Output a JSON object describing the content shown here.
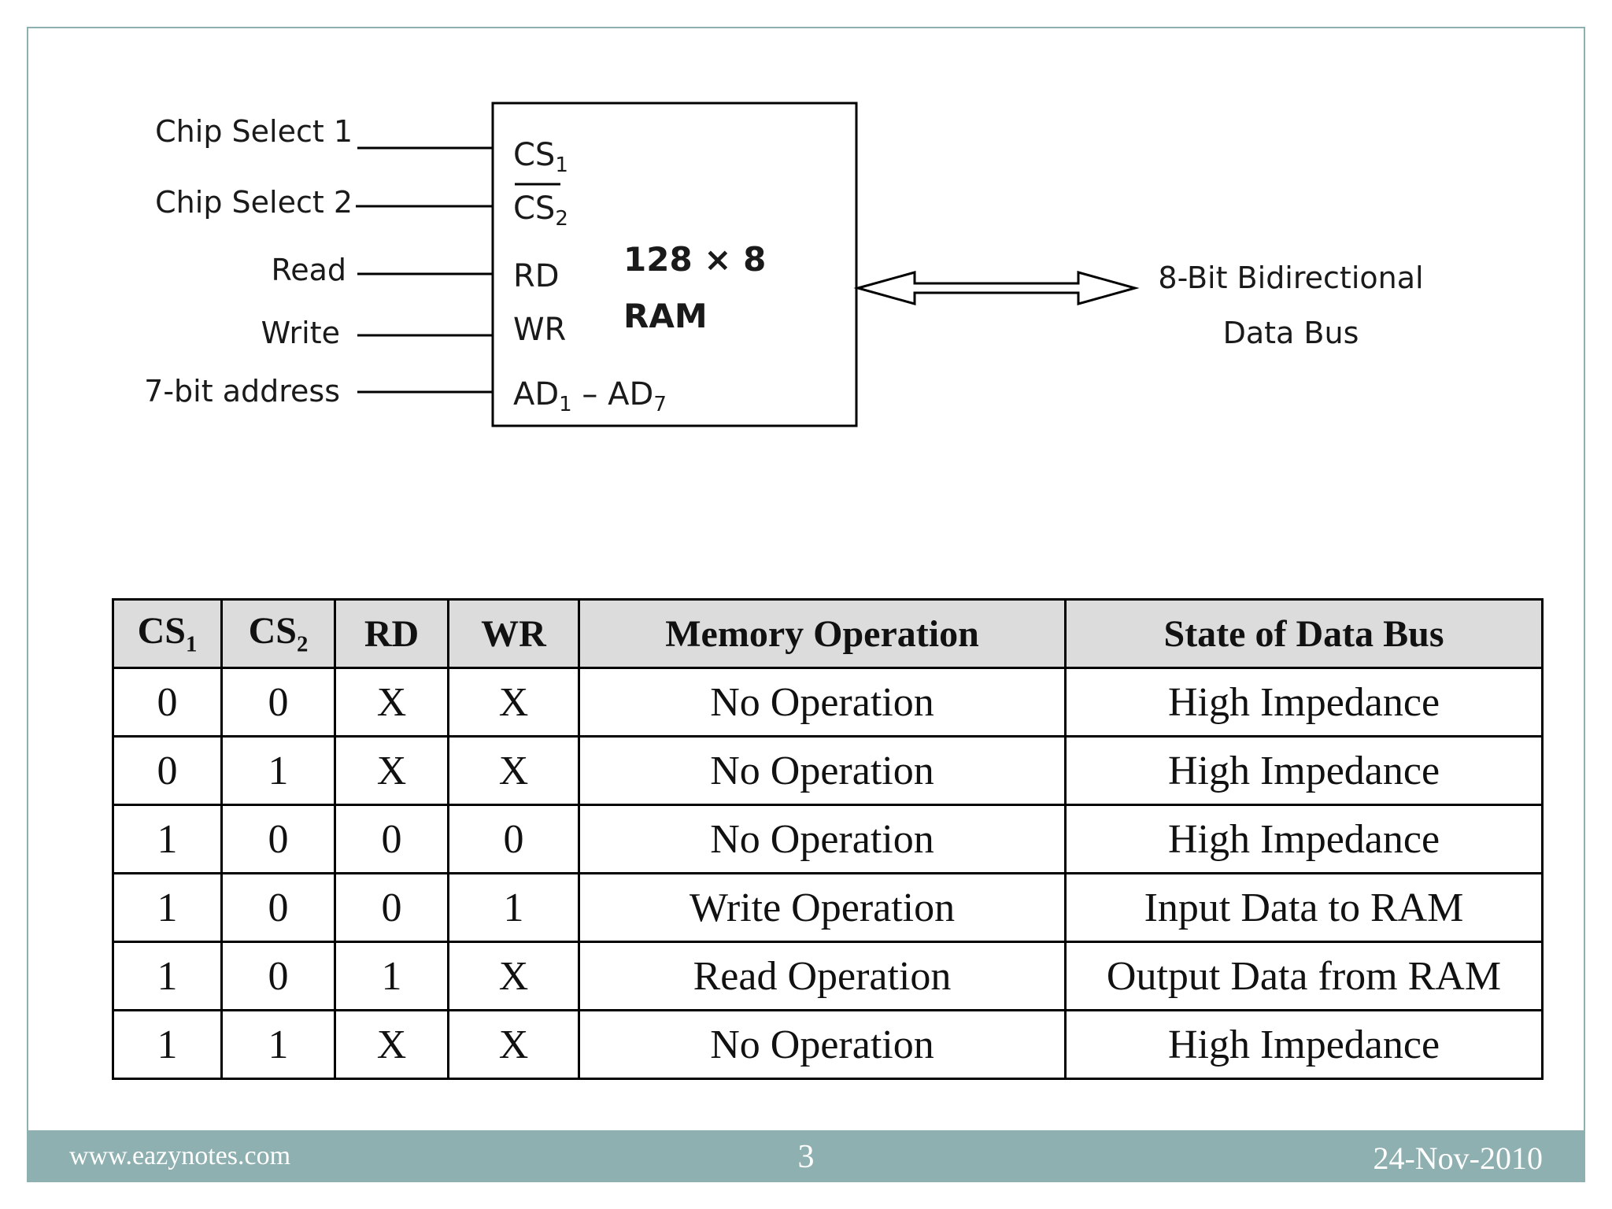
{
  "diagram": {
    "inputs": {
      "chip_select_1": "Chip Select 1",
      "chip_select_2": "Chip Select 2",
      "read": "Read",
      "write": "Write",
      "address": "7-bit address"
    },
    "pins": {
      "cs1": "CS",
      "cs1_sub": "1",
      "cs2": "CS",
      "cs2_sub": "2",
      "rd": "RD",
      "wr": "WR",
      "ad_start": "AD",
      "ad_start_sub": "1",
      "ad_dash": " – ",
      "ad_end": "AD",
      "ad_end_sub": "7"
    },
    "chip": {
      "size": "128 × 8",
      "type": "RAM"
    },
    "bus": {
      "line1": "8-Bit Bidirectional",
      "line2": "Data Bus"
    }
  },
  "table": {
    "headers": {
      "cs1": "CS",
      "cs1_sub": "1",
      "cs2": "CS",
      "cs2_sub": "2",
      "rd": "RD",
      "wr": "WR",
      "operation": "Memory Operation",
      "state": "State of Data Bus"
    },
    "rows": [
      {
        "cs1": "0",
        "cs2": "0",
        "rd": "X",
        "wr": "X",
        "operation": "No Operation",
        "state": "High Impedance"
      },
      {
        "cs1": "0",
        "cs2": "1",
        "rd": "X",
        "wr": "X",
        "operation": "No Operation",
        "state": "High Impedance"
      },
      {
        "cs1": "1",
        "cs2": "0",
        "rd": "0",
        "wr": "0",
        "operation": "No Operation",
        "state": "High Impedance"
      },
      {
        "cs1": "1",
        "cs2": "0",
        "rd": "0",
        "wr": "1",
        "operation": "Write Operation",
        "state": "Input Data to RAM"
      },
      {
        "cs1": "1",
        "cs2": "0",
        "rd": "1",
        "wr": "X",
        "operation": "Read Operation",
        "state": "Output Data from RAM"
      },
      {
        "cs1": "1",
        "cs2": "1",
        "rd": "X",
        "wr": "X",
        "operation": "No Operation",
        "state": "High Impedance"
      }
    ]
  },
  "footer": {
    "website": "www.eazynotes.com",
    "page": "3",
    "date": "24-Nov-2010"
  },
  "colors": {
    "footer_bar": "#8fb0b0",
    "header_bg": "#dcdcdc"
  }
}
